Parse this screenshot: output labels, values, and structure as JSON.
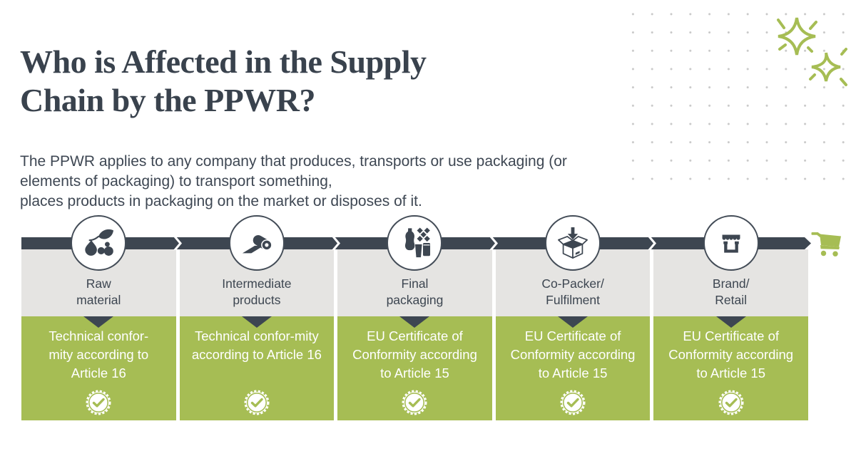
{
  "header": {
    "title": "Who is Affected in the Supply\nChain by the PPWR?",
    "subtitle": "The PPWR applies to any company that produces, transports or use packaging (or\nelements of packaging) to transport something,\nplaces products in packaging on the market or disposes of it."
  },
  "colors": {
    "slate": "#3d4651",
    "green": "#a6bd54",
    "light_gray_box": "#e5e4e2",
    "dot_gray": "#c9c9c9",
    "white": "#ffffff"
  },
  "decor": {
    "dot_grid": "dot-grid-pattern",
    "sparkles": "sparkles-icon",
    "cart": "shopping-cart-icon"
  },
  "chain": {
    "columns": [
      {
        "icon": "raw-material-icon",
        "label": "Raw\nmaterial",
        "certificate": "Technical confor-\nmity according to\nArticle 16",
        "badge": "check-seal-icon"
      },
      {
        "icon": "intermediate-products-icon",
        "label": "Intermediate\nproducts",
        "certificate": "Technical confor-mity\naccording to Article 16",
        "badge": "check-seal-icon"
      },
      {
        "icon": "final-packaging-icon",
        "label": "Final\npackaging",
        "certificate": "EU Certificate of\nConformity according\nto Article 15",
        "badge": "check-seal-icon"
      },
      {
        "icon": "co-packer-fulfilment-icon",
        "label": "Co-Packer/\nFulfilment",
        "certificate": "EU Certificate of\nConformity according\nto Article 15",
        "badge": "check-seal-icon"
      },
      {
        "icon": "brand-retail-icon",
        "label": "Brand/\nRetail",
        "certificate": "EU Certificate of\nConformity according\nto Article 15",
        "badge": "check-seal-icon"
      }
    ]
  }
}
